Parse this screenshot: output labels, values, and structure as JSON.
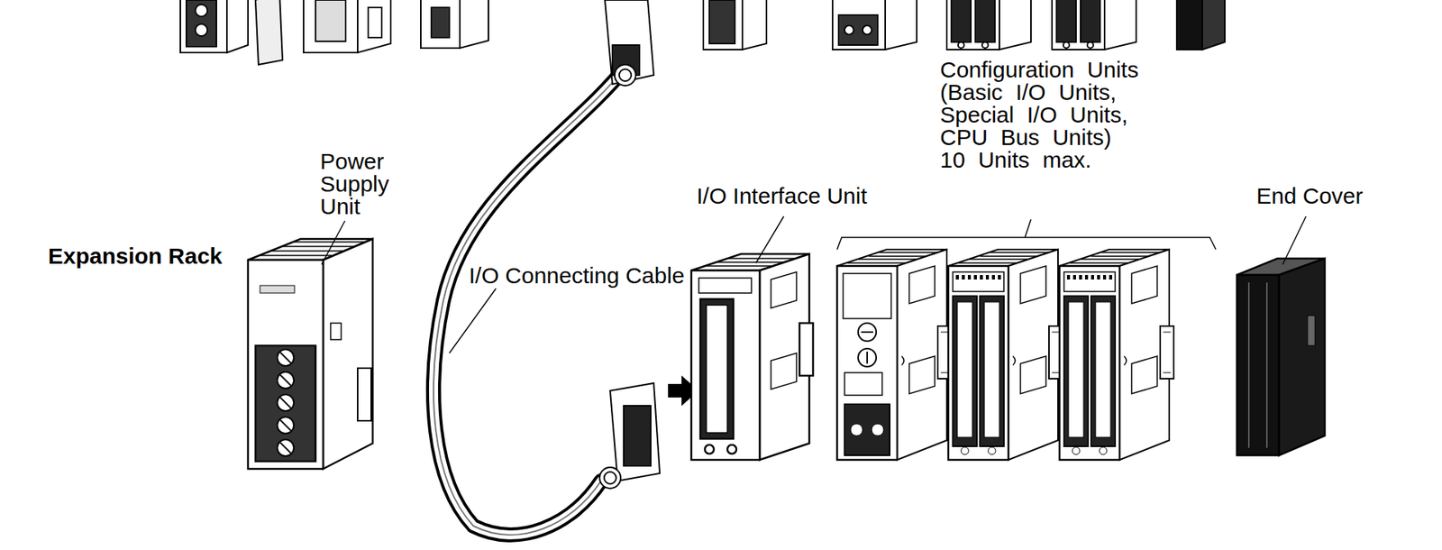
{
  "diagram": {
    "labels": [
      "Expansion Rack",
      "Power Supply Unit",
      "I/O Interface Unit",
      "Configuration Units (Basic I/O Units, Special I/O Units, CPU Bus Units) 10 Units max.",
      "End Cover",
      "I/O Connecting Cable"
    ]
  }
}
